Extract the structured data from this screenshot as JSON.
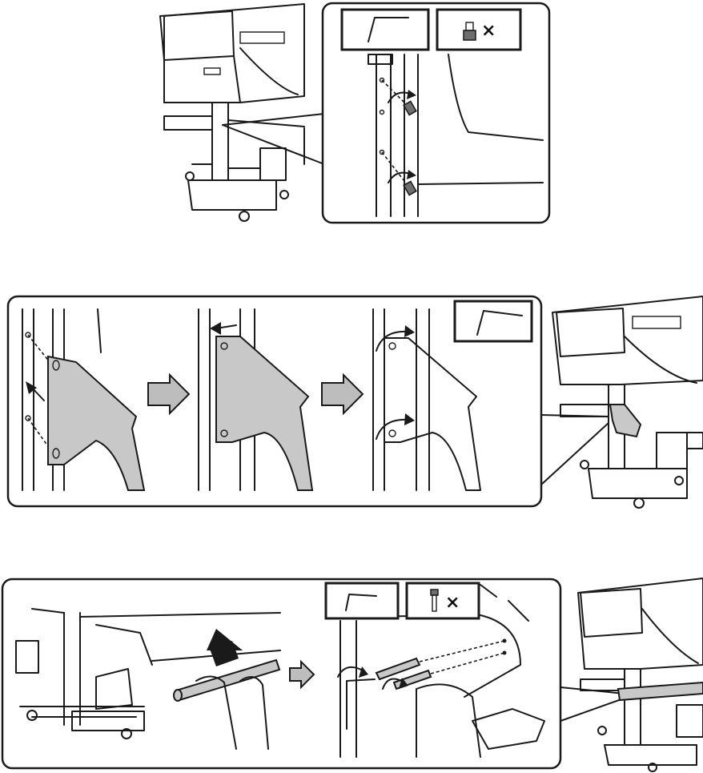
{
  "steps": [
    {
      "id": "step-1",
      "tools": [
        {
          "icon": "hex-key-icon",
          "quantity": ""
        },
        {
          "icon": "hex-bolt-icon",
          "quantity": "×"
        }
      ]
    },
    {
      "id": "step-2",
      "tools": [
        {
          "icon": "hex-key-icon",
          "quantity": ""
        }
      ]
    },
    {
      "id": "step-3",
      "tools": [
        {
          "icon": "hex-key-icon",
          "quantity": ""
        },
        {
          "icon": "screw-icon",
          "quantity": "×"
        }
      ]
    }
  ],
  "colors": {
    "line": "#1a1a1a",
    "part_fill": "#c8c8c8",
    "arrow_fill": "#bdbdbd"
  }
}
